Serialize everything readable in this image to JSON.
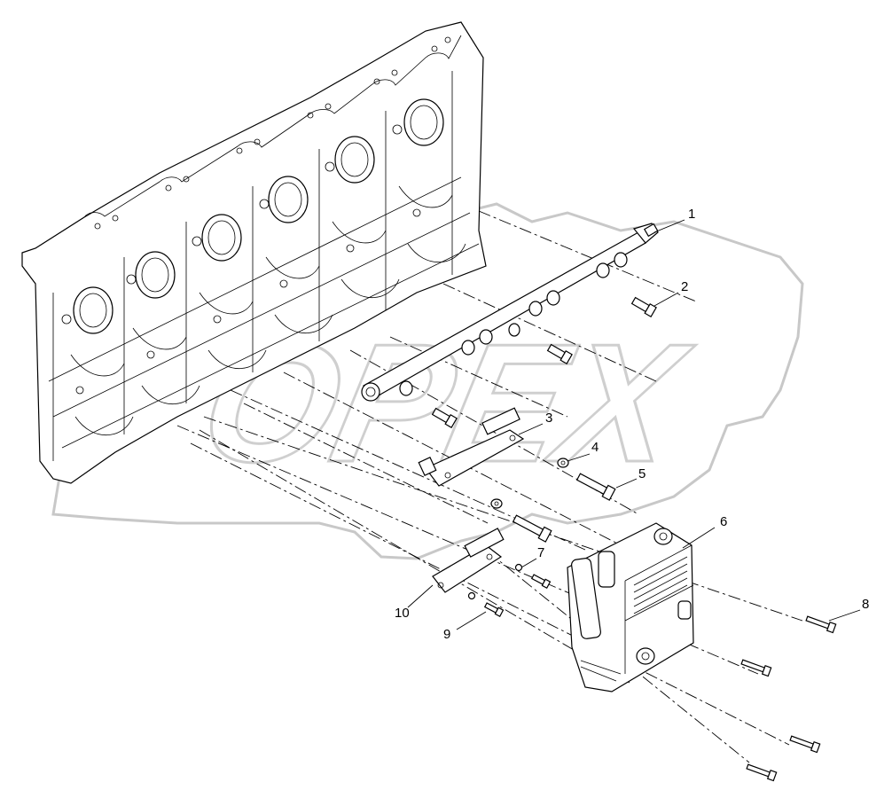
{
  "diagram": {
    "watermark": "OPEX",
    "callouts": [
      {
        "id": "1",
        "label": "1"
      },
      {
        "id": "2",
        "label": "2"
      },
      {
        "id": "3",
        "label": "3"
      },
      {
        "id": "4",
        "label": "4"
      },
      {
        "id": "5",
        "label": "5"
      },
      {
        "id": "6",
        "label": "6"
      },
      {
        "id": "7",
        "label": "7"
      },
      {
        "id": "8",
        "label": "8"
      },
      {
        "id": "9",
        "label": "9"
      },
      {
        "id": "10",
        "label": "10"
      }
    ],
    "parts": {
      "engine_block": "engine-block",
      "fuel_rail": "fuel-rail",
      "bracket_upper": "bracket",
      "bracket_lower": "bracket",
      "control_unit": "control-unit",
      "washer": "washer",
      "bolt": "bolt"
    }
  }
}
